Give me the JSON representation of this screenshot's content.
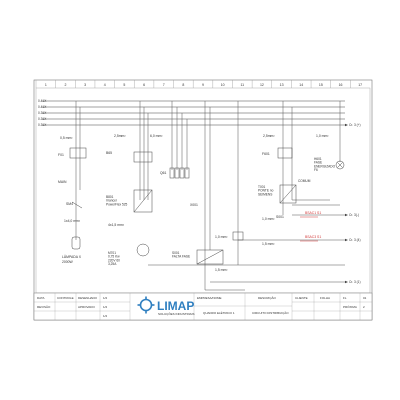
{
  "columns": [
    "1",
    "2",
    "3",
    "4",
    "5",
    "6",
    "7",
    "8",
    "9",
    "10",
    "11",
    "12",
    "13",
    "14",
    "15",
    "16",
    "17"
  ],
  "bus_rails": [
    {
      "label": "0.41X",
      "name": "bus-0-41x"
    },
    {
      "label": "0.41X",
      "name": "bus-0-41x-2"
    },
    {
      "label": "0.31X",
      "name": "bus-0-31x"
    },
    {
      "label": "0.31X",
      "name": "bus-0-31x-2"
    },
    {
      "label": "0.31X",
      "name": "bus-0-31x-3"
    }
  ],
  "right_terminals": [
    {
      "label": "Cr. 3 (+)",
      "name": "terminal-r1"
    },
    {
      "label": "Cr. 3(-)",
      "name": "terminal-r2"
    },
    {
      "label": "Cr. 3 (4)",
      "name": "terminal-r3"
    },
    {
      "label": "Cr. 3 (1)",
      "name": "terminal-r4"
    }
  ],
  "labels": {
    "l1": "0,5 mm²",
    "l2": "F01",
    "l3": "MAIN",
    "l4": "S80",
    "l5": "SM4",
    "l6": "1x4,0 mm²",
    "l7": "LÂMPADA X",
    "l8": "2000W",
    "l9": "2,5mm²",
    "l10": "B65",
    "l11": "B801\nIrrancer\nPowerFlex 525",
    "l12": "6,0 mm²",
    "l13": "Q61",
    "l14": "4x1,5 mm²",
    "l15": "M701\n0,75 Kw\n220V 60\n3,25A",
    "l16": "X001",
    "l17": "T001\nPONTE no\nSEIMENS",
    "l18": "S001",
    "l19": "2,5mm²",
    "l20": "F601",
    "l21": "COMUM",
    "l22": "1,0 mm²",
    "l23": "H601\nFASE\nENERGIZADO\nF6",
    "l24": "1,0 mm²",
    "l25": "S001\nFALTA FASE",
    "l26": "1,0 mm²",
    "l27": "1,5 mm²",
    "l28": "1,5 mm²",
    "l29": "BSAC1 S1",
    "l30": "BSAC3 S1"
  },
  "title_block": {
    "logo_name": "LIMAP",
    "logo_tagline": "SOLUÇÕES INDUSTRIAIS",
    "c_data": "DATA",
    "c_controle": "CONTROLE",
    "c_desenhado": "DESENHADO",
    "c_aprovado": "APROVADO",
    "c_revisado": "REVISÃO",
    "c_val1": "1/2",
    "c_val2": "1/2",
    "c_val3": "1/2",
    "c_empresa": "EMPRESA/NOME",
    "c_quadro": "QUADRO ELÉTRICO 1",
    "c_descricao": "DESCRIÇÃO",
    "c_circuito": "CIRCUITO DISTRIBUIÇÃO",
    "c_cliente": "CLIENTE",
    "c_folha": "FOLHA",
    "c_fl": "FL",
    "c_num": "01",
    "c_prox": "PRÓXIMA",
    "c_2": "2"
  }
}
